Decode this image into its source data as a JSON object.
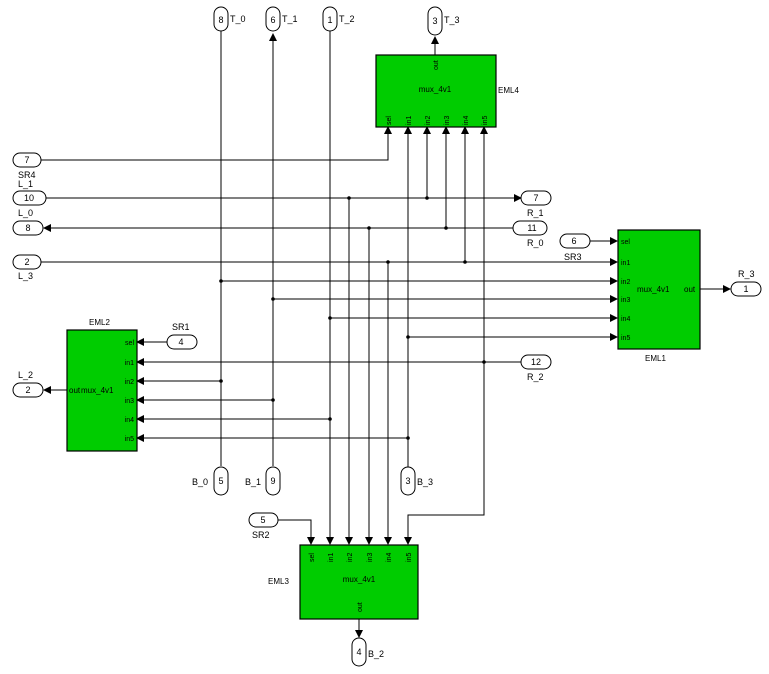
{
  "blocks": {
    "eml1": {
      "name": "EML1",
      "func": "mux_4v1",
      "out": "out",
      "ins": [
        "sel",
        "in1",
        "in2",
        "in3",
        "in4",
        "in5"
      ]
    },
    "eml2": {
      "name": "EML2",
      "func": "mux_4v1",
      "out": "out",
      "ins": [
        "sel",
        "in1",
        "in2",
        "in3",
        "in4",
        "in5"
      ]
    },
    "eml3": {
      "name": "EML3",
      "func": "mux_4v1",
      "out": "out",
      "ins": [
        "sel",
        "in1",
        "in2",
        "in3",
        "in4",
        "in5"
      ]
    },
    "eml4": {
      "name": "EML4",
      "func": "mux_4v1",
      "out": "out",
      "ins": [
        "sel",
        "in1",
        "in2",
        "in3",
        "in4",
        "in5"
      ]
    }
  },
  "inports": {
    "t0": {
      "num": "8",
      "label": "T_0"
    },
    "t1": {
      "num": "6",
      "label": "T_1"
    },
    "t2": {
      "num": "1",
      "label": "T_2"
    },
    "sr4": {
      "num": "7",
      "label": "SR4"
    },
    "l1": {
      "num": "10",
      "label": "L_1"
    },
    "l3": {
      "num": "2",
      "label": "L_3"
    },
    "r0": {
      "num": "11",
      "label": "R_0"
    },
    "sr3": {
      "num": "6",
      "label": "SR3"
    },
    "sr1": {
      "num": "4",
      "label": "SR1"
    },
    "r2": {
      "num": "12",
      "label": "R_2"
    },
    "b3": {
      "num": "3",
      "label": "B_3"
    },
    "sr2": {
      "num": "5",
      "label": "SR2"
    }
  },
  "outports": {
    "t3": {
      "num": "3",
      "label": "T_3"
    },
    "r1": {
      "num": "7",
      "label": "R_1"
    },
    "l0": {
      "num": "8",
      "label": "L_0"
    },
    "r3": {
      "num": "1",
      "label": "R_3"
    },
    "l2": {
      "num": "2",
      "label": "L_2"
    },
    "b0": {
      "num": "5",
      "label": "B_0"
    },
    "b1": {
      "num": "9",
      "label": "B_1"
    },
    "b2": {
      "num": "4",
      "label": "B_2"
    }
  }
}
